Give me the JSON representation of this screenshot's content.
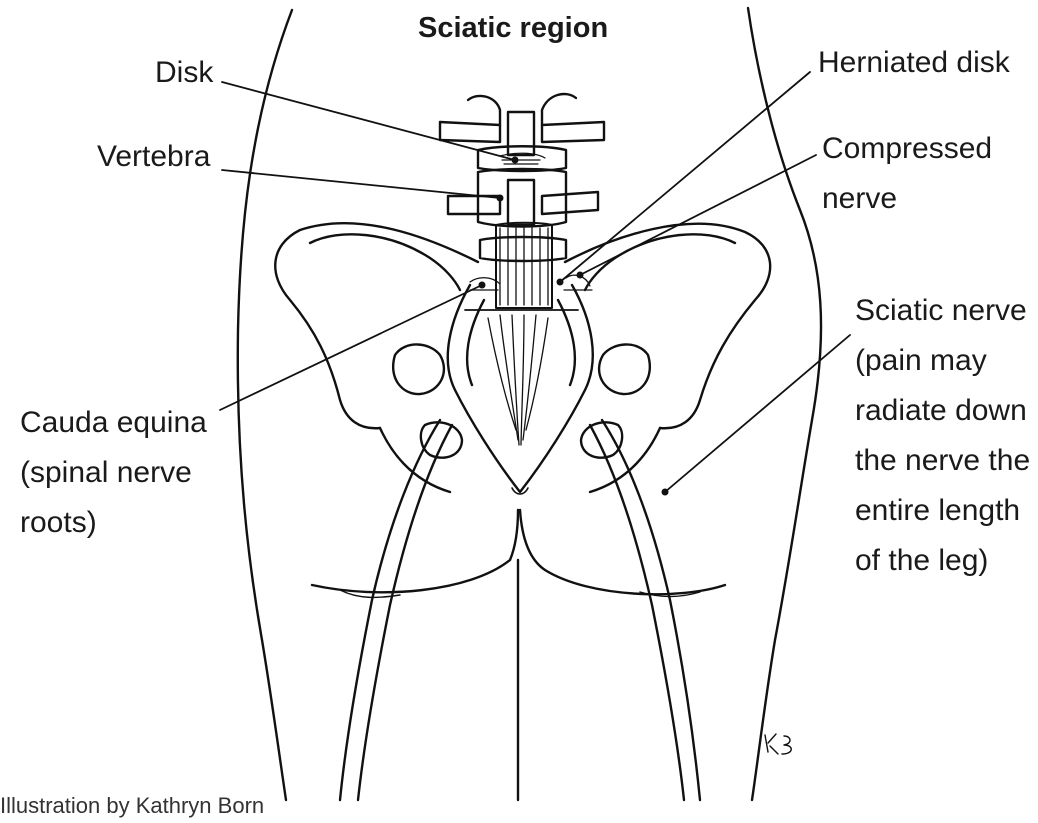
{
  "title": "Sciatic region",
  "labels": {
    "disk": "Disk",
    "vertebra": "Vertebra",
    "herniated_disk": "Herniated disk",
    "compressed_nerve": [
      "Compressed",
      "nerve"
    ],
    "cauda_equina": [
      "Cauda equina",
      "(spinal nerve",
      "roots)"
    ],
    "sciatic_nerve": [
      "Sciatic nerve",
      "(pain may",
      "radiate down",
      "the nerve the",
      "entire length",
      "of the leg)"
    ]
  },
  "credit": "Illustration by Kathryn Born"
}
